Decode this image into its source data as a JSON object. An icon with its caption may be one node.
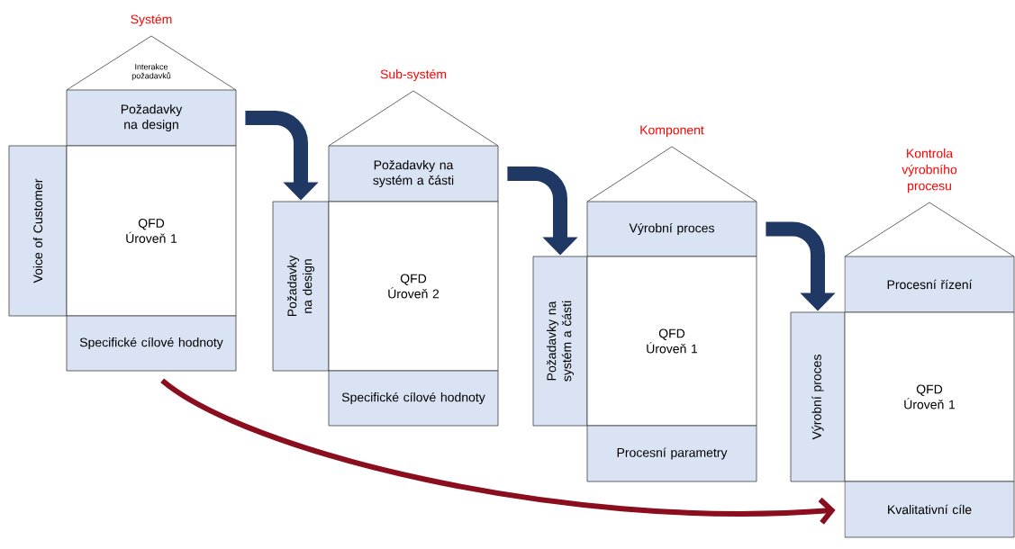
{
  "diagram": {
    "nodes": [
      {
        "text": [
          "Systém",
          "Interakce požadavků"
        ]
      },
      {
        "text": [
          "Požadavky na design"
        ]
      },
      {
        "text": [
          "Voice of Customer"
        ]
      },
      {
        "text": [
          "QFD Úroveň 1"
        ]
      },
      {
        "text": [
          "Specifické cílové hodnoty"
        ]
      },
      {
        "text": [
          "Sub-systém"
        ]
      },
      {
        "text": [
          "Požadavky na systém a části"
        ]
      },
      {
        "text": [
          "Požadavky na design"
        ]
      },
      {
        "text": [
          "QFD Úroveň 2"
        ]
      },
      {
        "text": [
          "Specifické cílové hodnoty"
        ]
      },
      {
        "text": [
          "Komponent"
        ]
      },
      {
        "text": [
          "Výrobní proces"
        ]
      },
      {
        "text": [
          "Požadavky na systém a části"
        ]
      },
      {
        "text": [
          "QFD Úroveň 1"
        ]
      },
      {
        "text": [
          "Procesní parametry"
        ]
      },
      {
        "text": [
          "Kontrola výrobního procesu"
        ]
      },
      {
        "text": [
          "Procesní řízení"
        ]
      },
      {
        "text": [
          "Výrobní proces"
        ]
      },
      {
        "text": [
          "QFD Úroveň 1"
        ]
      },
      {
        "text": [
          "Kvalitativní cíle"
        ]
      }
    ],
    "edges": [
      {
        "from": 1,
        "to": 7,
        "arrow": "to"
      },
      {
        "from": 6,
        "to": 12,
        "arrow": "to"
      },
      {
        "from": 11,
        "to": 17,
        "arrow": "to"
      },
      {
        "from": 4,
        "to": 19,
        "arrow": "to",
        "color": "#8b0e1e"
      }
    ]
  }
}
